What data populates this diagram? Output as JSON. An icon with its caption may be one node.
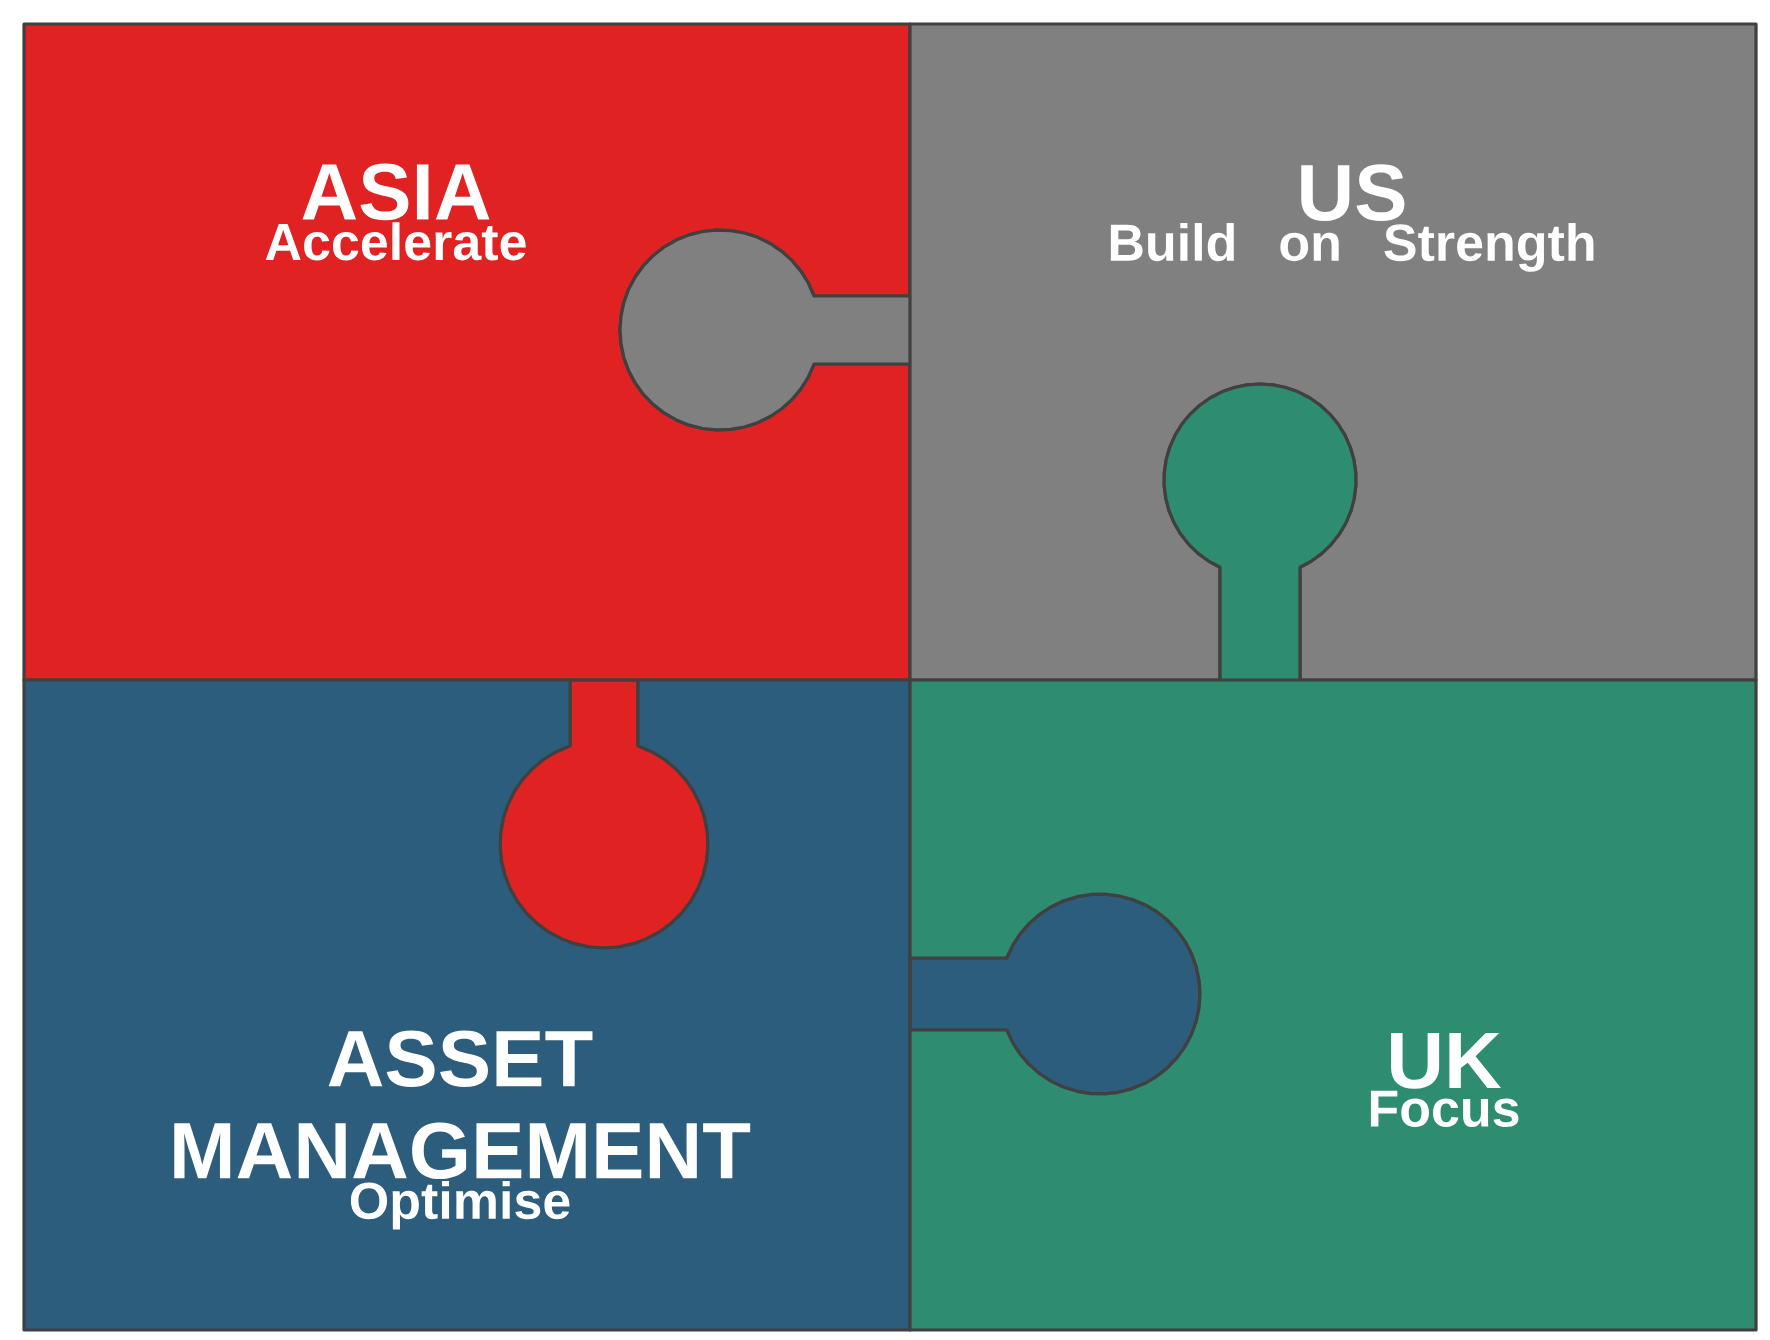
{
  "diagram": {
    "nodes": [
      {
        "text": [
          "ASIA",
          "Accelerate"
        ]
      },
      {
        "text": [
          "US",
          "Build on Strength"
        ]
      },
      {
        "text": [
          "ASSET MANAGEMENT",
          "Optimise"
        ]
      },
      {
        "text": [
          "UK",
          "Focus"
        ]
      }
    ]
  }
}
